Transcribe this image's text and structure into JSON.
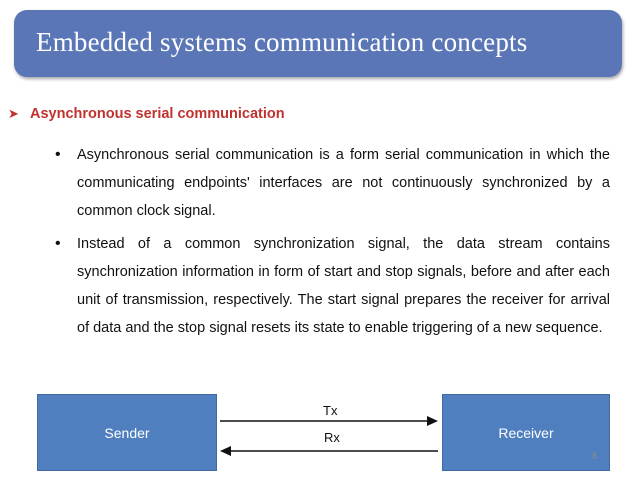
{
  "slide": {
    "title": "Embedded systems communication concepts",
    "heading": "Asynchronous serial communication",
    "bullets": [
      "Asynchronous serial communication is a form serial communication in which the communicating endpoints' interfaces are not continuously synchronized by a common clock signal.",
      "Instead of a common synchronization signal, the data stream contains synchronization information in form of start and stop signals, before and after each unit of transmission, respectively. The start signal prepares the receiver for arrival of data and the stop signal resets its state to enable triggering of a new sequence."
    ],
    "page_number": "8"
  },
  "diagram": {
    "sender": "Sender",
    "receiver": "Receiver",
    "tx": "Tx",
    "rx": "Rx"
  },
  "colors": {
    "title_bar": "#5a76b7",
    "heading": "#c0322f",
    "box_fill": "#4f7fbf",
    "text": "#111111"
  },
  "icons": {
    "heading_bullet": "arrowhead-right-icon",
    "list_bullet": "dot"
  }
}
